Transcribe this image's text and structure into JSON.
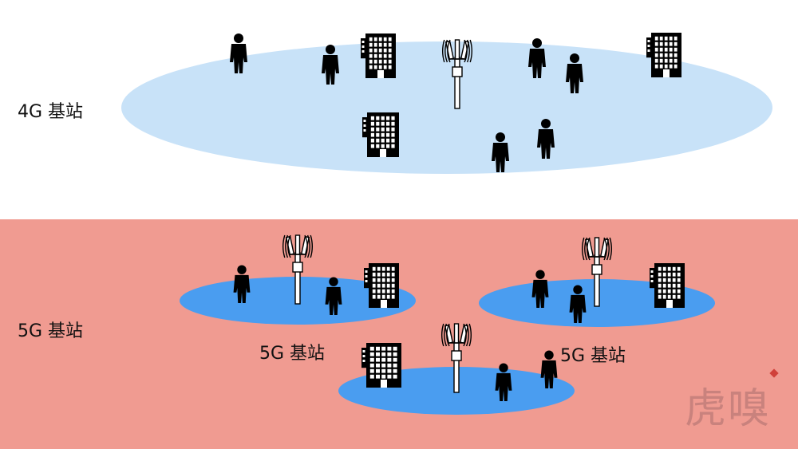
{
  "colors": {
    "panel_4g_bg": "#ffffff",
    "panel_5g_bg": "#f09b91",
    "coverage_4g": "#c8e2f8",
    "coverage_5g": "#4a9df0",
    "icon": "#000000",
    "tower_fill": "#ffffff"
  },
  "panel_4g": {
    "label": "4G 基站",
    "icons": [
      "cell-tower-icon",
      "person-icon",
      "building-icon"
    ]
  },
  "panel_5g": {
    "label": "5G 基站",
    "cell_labels": [
      "5G 基站",
      "5G 基站"
    ],
    "icons": [
      "cell-tower-icon",
      "person-icon",
      "building-icon"
    ]
  },
  "watermark": {
    "text": "虎嗅"
  }
}
